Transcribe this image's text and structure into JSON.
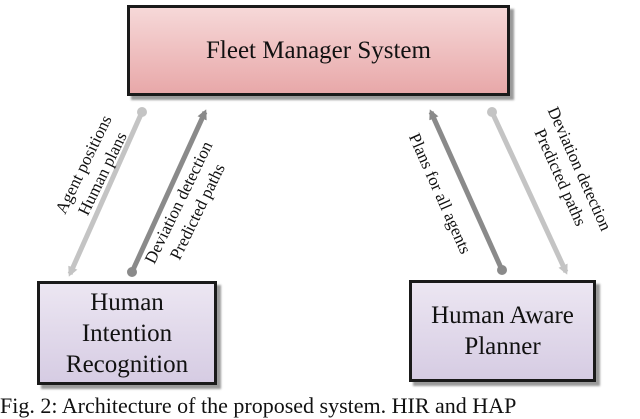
{
  "nodes": {
    "fleet_manager": "Fleet Manager System",
    "hir": "Human\nIntention\nRecognition",
    "hap": "Human Aware\nPlanner"
  },
  "edges": {
    "fms_to_hir": "Agent positions\nHuman plans",
    "hir_to_fms": "Deviation detection\nPredicted paths",
    "hap_to_fms": "Plans for all agents",
    "fms_to_hap": "Deviation detection\nPredicted paths"
  },
  "caption": "Fig. 2: Architecture of the proposed system. HIR and HAP",
  "colors": {
    "fleet_manager_fill": "#e8a8a9",
    "module_fill": "#d6cce3",
    "arrow_light": "#c4c4c4",
    "arrow_dark": "#8a8a8a"
  }
}
